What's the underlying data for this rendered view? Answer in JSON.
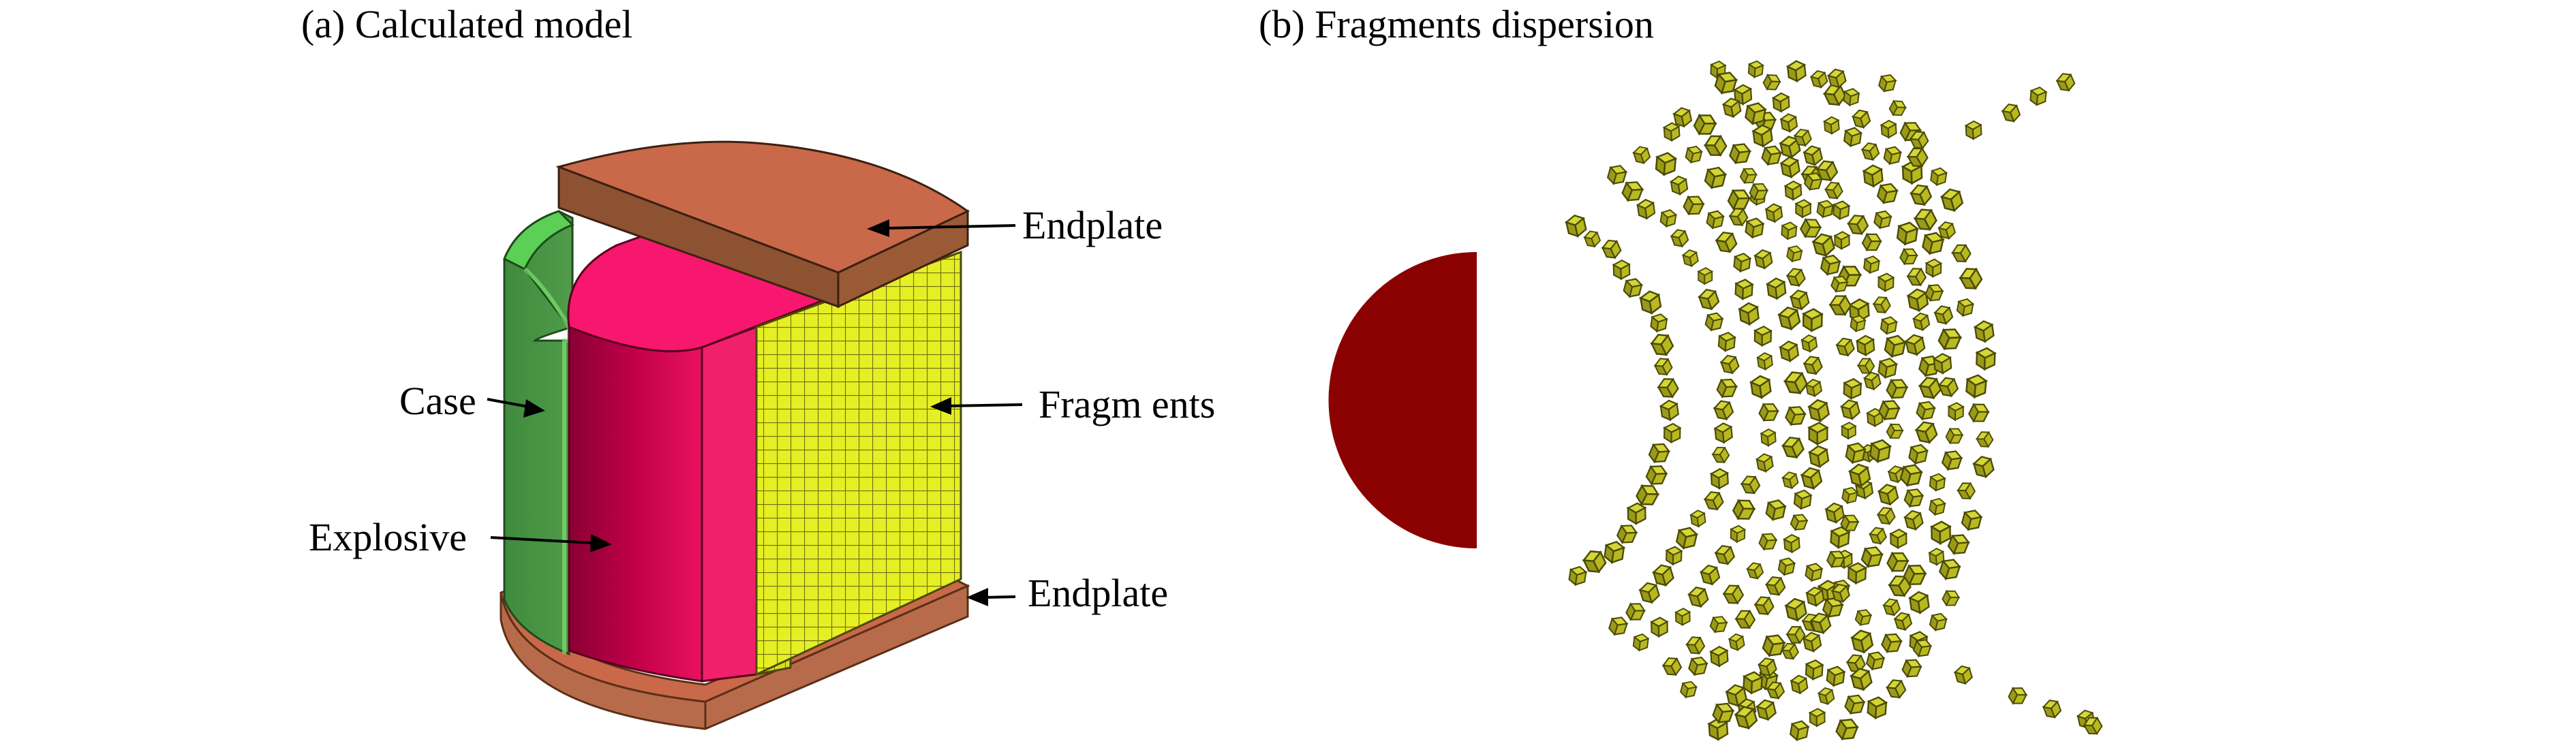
{
  "panel_a": {
    "title": "(a) Calculated model",
    "labels": {
      "endplate_top": "Endplate",
      "fragments": "Fragm ents",
      "case": "Case",
      "explosive": "Explosive",
      "endplate_bottom": "Endplate"
    }
  },
  "panel_b": {
    "title": "(b) Fragments dispersion"
  },
  "colors": {
    "endplate_top": "#c9694a",
    "endplate_side": "#8c5232",
    "case_outer": "#4a8f45",
    "case_top": "#5ccf55",
    "explosive_top": "#f7176e",
    "explosive_front": "#b00040",
    "fragments": "#e6ee24",
    "fragment_grid": "#6e6e14",
    "charge": "#8b0000",
    "fragment_particle": "#b0b020",
    "fragment_particle_edge": "#4a4a08"
  },
  "icons": {
    "fragment_particle": "small-cube-icon"
  }
}
